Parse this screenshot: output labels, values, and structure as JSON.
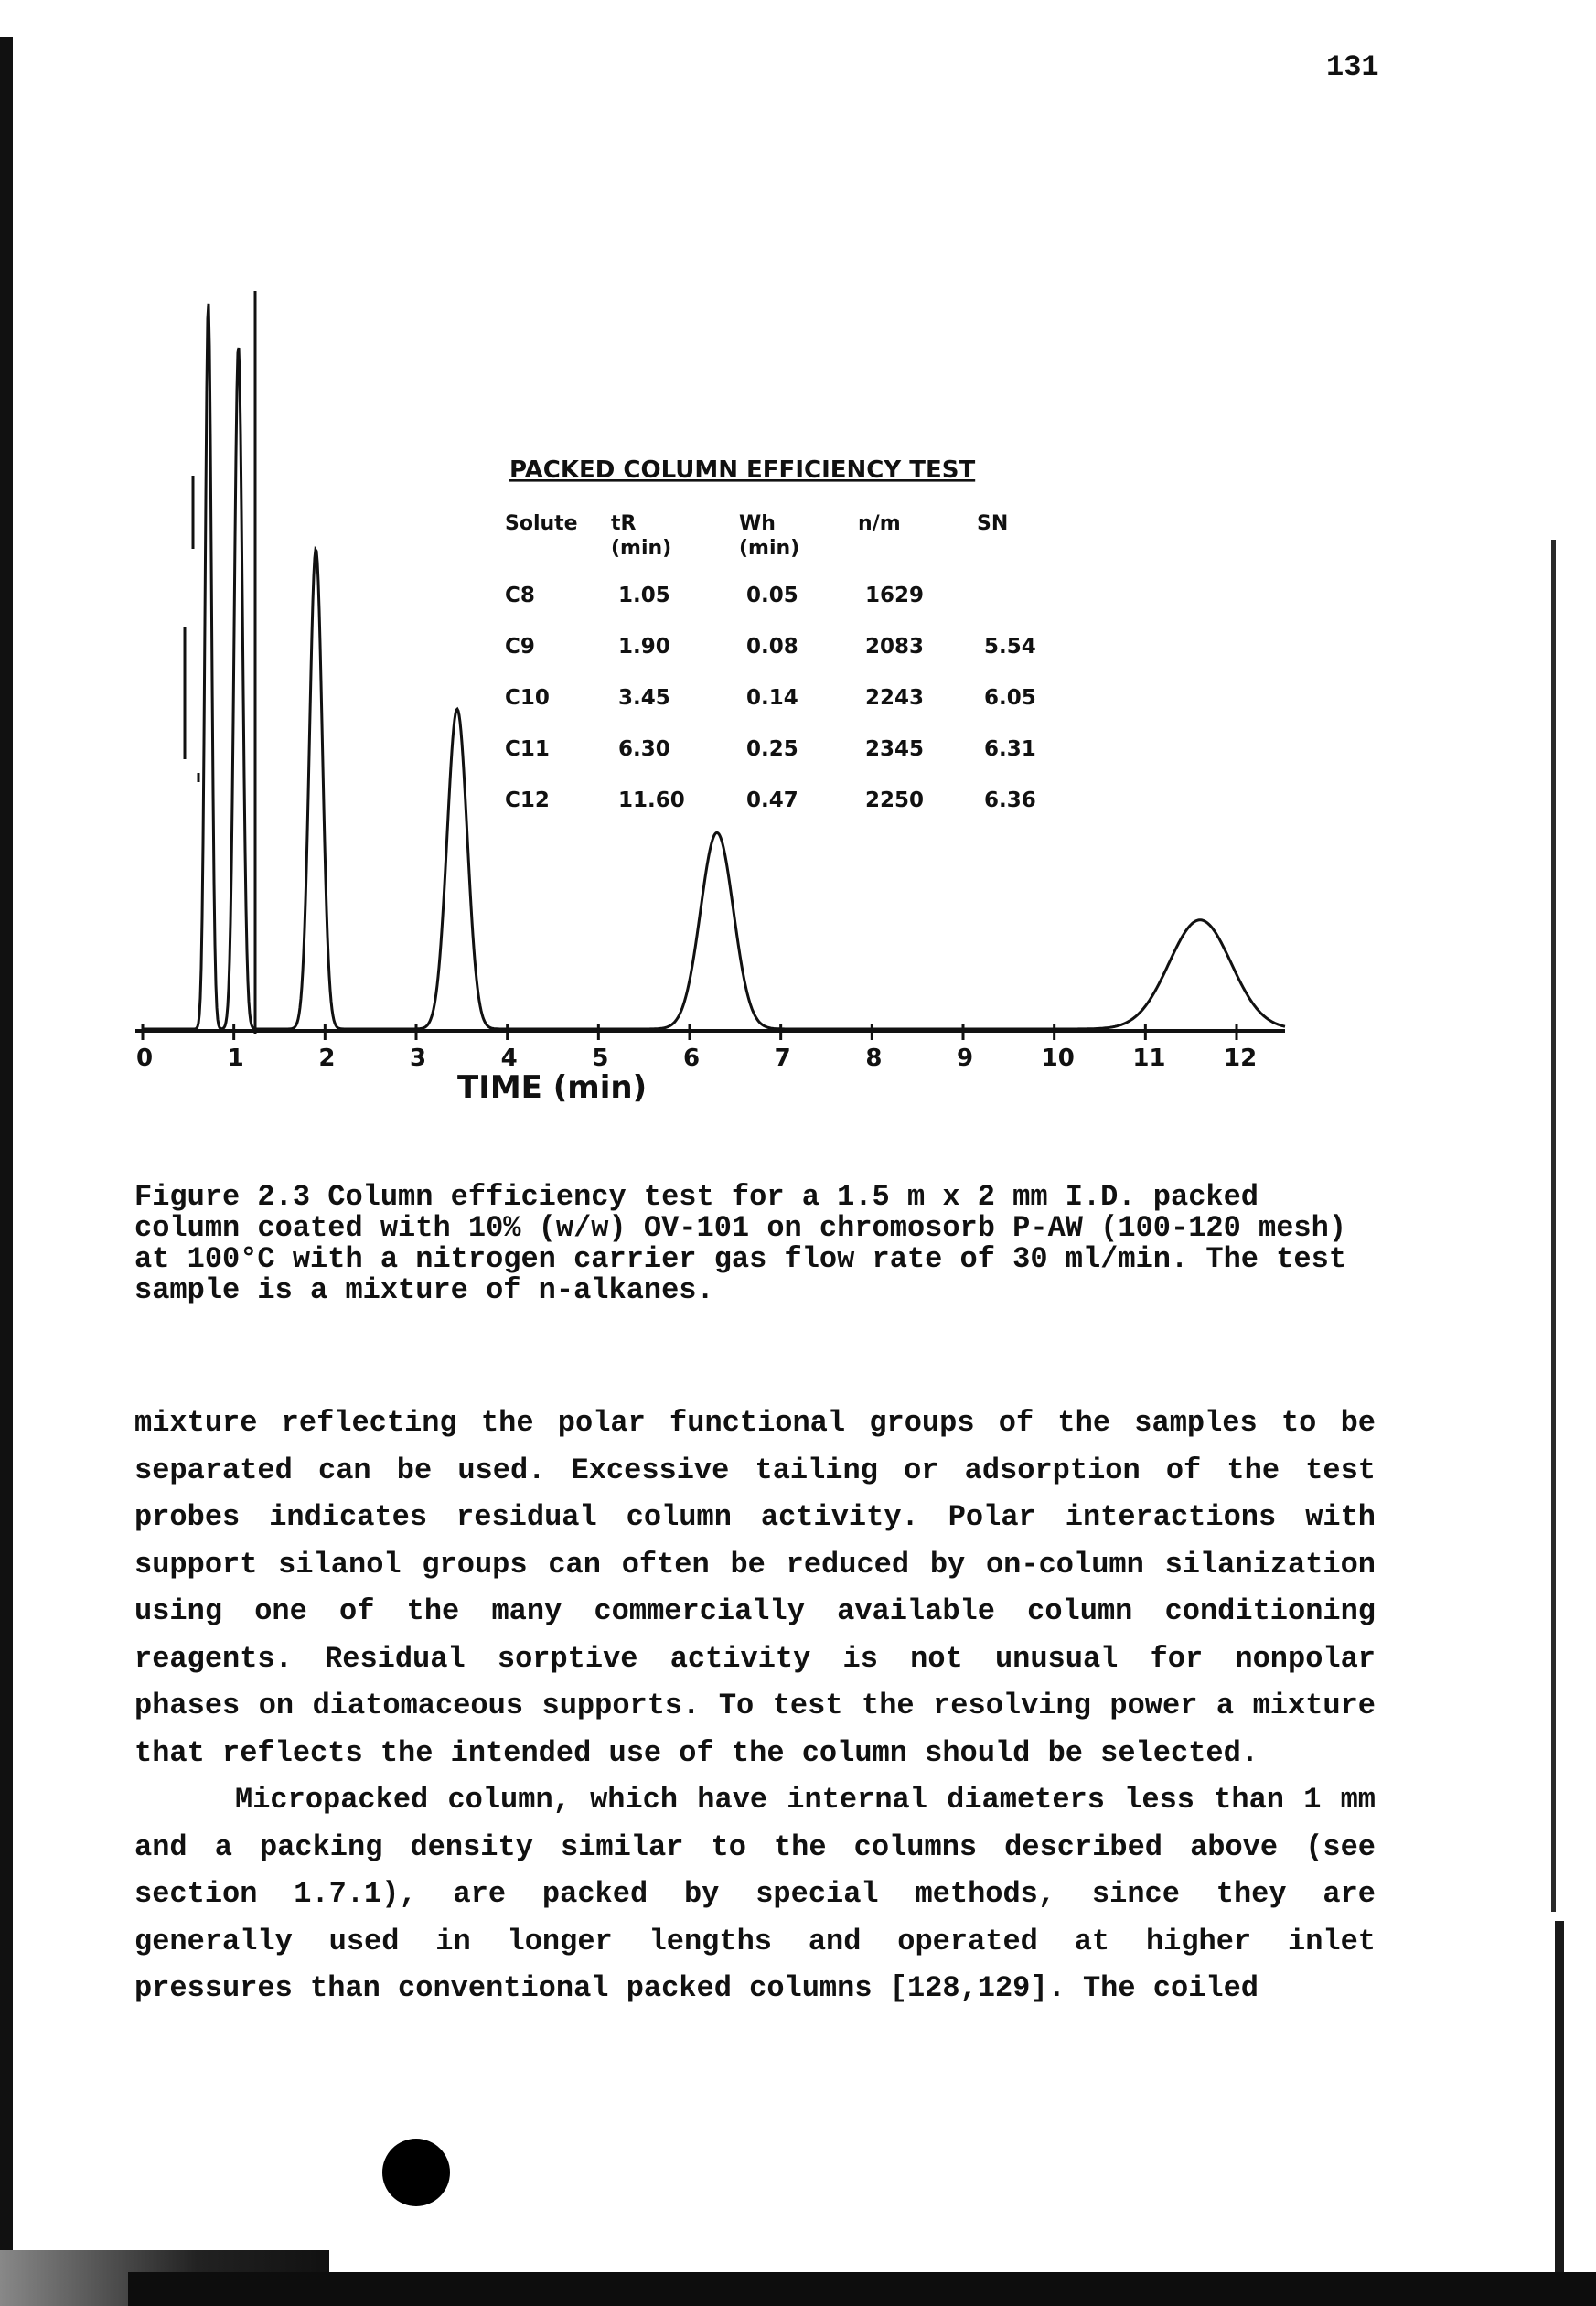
{
  "page": {
    "number": "131"
  },
  "figure": {
    "table": {
      "title": "PACKED COLUMN EFFICIENCY TEST",
      "headers": [
        {
          "line1": "Solute",
          "line2": ""
        },
        {
          "line1": "tR",
          "line2": "(min)"
        },
        {
          "line1": "Wh",
          "line2": "(min)"
        },
        {
          "line1": "n/m",
          "line2": ""
        },
        {
          "line1": "SN",
          "line2": ""
        }
      ],
      "rows": [
        [
          "C8",
          "1.05",
          "0.05",
          "1629",
          ""
        ],
        [
          "C9",
          "1.90",
          "0.08",
          "2083",
          "5.54"
        ],
        [
          "C10",
          "3.45",
          "0.14",
          "2243",
          "6.05"
        ],
        [
          "C11",
          "6.30",
          "0.25",
          "2345",
          "6.31"
        ],
        [
          "C12",
          "11.60",
          "0.47",
          "2250",
          "6.36"
        ]
      ]
    },
    "caption": "Figure 2.3   Column efficiency test for a 1.5 m x 2 mm I.D. packed column coated with 10% (w/w) OV-101 on chromosorb P-AW (100-120 mesh) at 100°C with a nitrogen carrier gas flow rate of 30 ml/min. The test sample is a mixture of n-alkanes."
  },
  "chart_data": {
    "type": "line",
    "xlabel": "TIME (min)",
    "ylabel": "",
    "xlim": [
      0,
      12.5
    ],
    "xticks": [
      "0",
      "1",
      "2",
      "3",
      "4",
      "5",
      "6",
      "7",
      "8",
      "9",
      "10",
      "11",
      "12"
    ],
    "peaks": [
      {
        "x": 0.72,
        "height": 1.0,
        "width": 0.035
      },
      {
        "x": 1.05,
        "height": 0.94,
        "width": 0.045
      },
      {
        "x": 1.9,
        "height": 0.66,
        "width": 0.07
      },
      {
        "x": 3.45,
        "height": 0.44,
        "width": 0.11
      },
      {
        "x": 6.3,
        "height": 0.27,
        "width": 0.18
      },
      {
        "x": 11.6,
        "height": 0.15,
        "width": 0.34
      }
    ]
  },
  "body": {
    "paragraphs": [
      "mixture reflecting the polar functional groups of the samples to be separated can be used. Excessive tailing or adsorption of the test probes indicates residual column activity. Polar interactions with support silanol groups can often be reduced by on-column silanization using one of the many commercially available column conditioning reagents. Residual sorptive activity is not unusual for nonpolar phases on diatomaceous supports. To test the resolving power a mixture that reflects the intended use of the column should be selected.",
      "Micropacked column, which have internal diameters less than 1 mm and a packing density similar to the columns described above (see section 1.7.1), are packed by special methods, since they are generally used in longer lengths and operated at higher inlet pressures than conventional packed columns [128,129]. The coiled"
    ]
  }
}
